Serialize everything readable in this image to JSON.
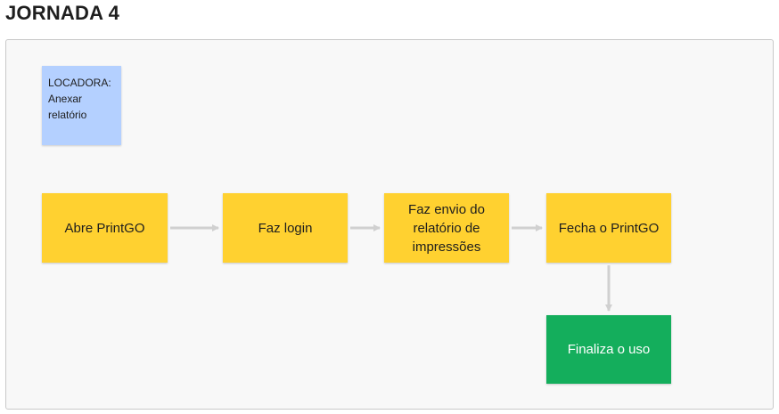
{
  "page": {
    "title": "JORNADA 4"
  },
  "note": {
    "text": "LOCADORA:\nAnexar\nrelatório"
  },
  "steps": [
    {
      "label": "Abre PrintGO"
    },
    {
      "label": "Faz login"
    },
    {
      "label": "Faz envio do relatório de impressões"
    },
    {
      "label": "Fecha o PrintGO"
    },
    {
      "label": "Finaliza o uso"
    }
  ],
  "colors": {
    "note": "#b4d0ff",
    "step": "#ffd130",
    "final_step": "#14ae5c",
    "connector": "#d0d0d0"
  }
}
